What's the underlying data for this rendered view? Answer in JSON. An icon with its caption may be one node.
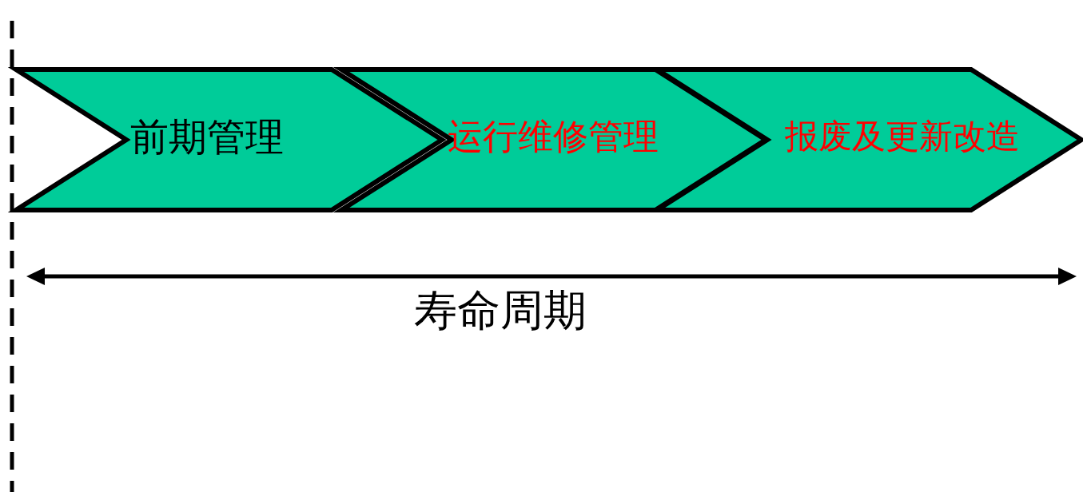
{
  "diagram": {
    "nodes": [
      {
        "text": [
          "前期管理"
        ]
      },
      {
        "text": [
          "运行维修管理"
        ]
      },
      {
        "text": [
          "报废及更新改造"
        ]
      }
    ],
    "labels": [
      "寿命周期"
    ]
  }
}
